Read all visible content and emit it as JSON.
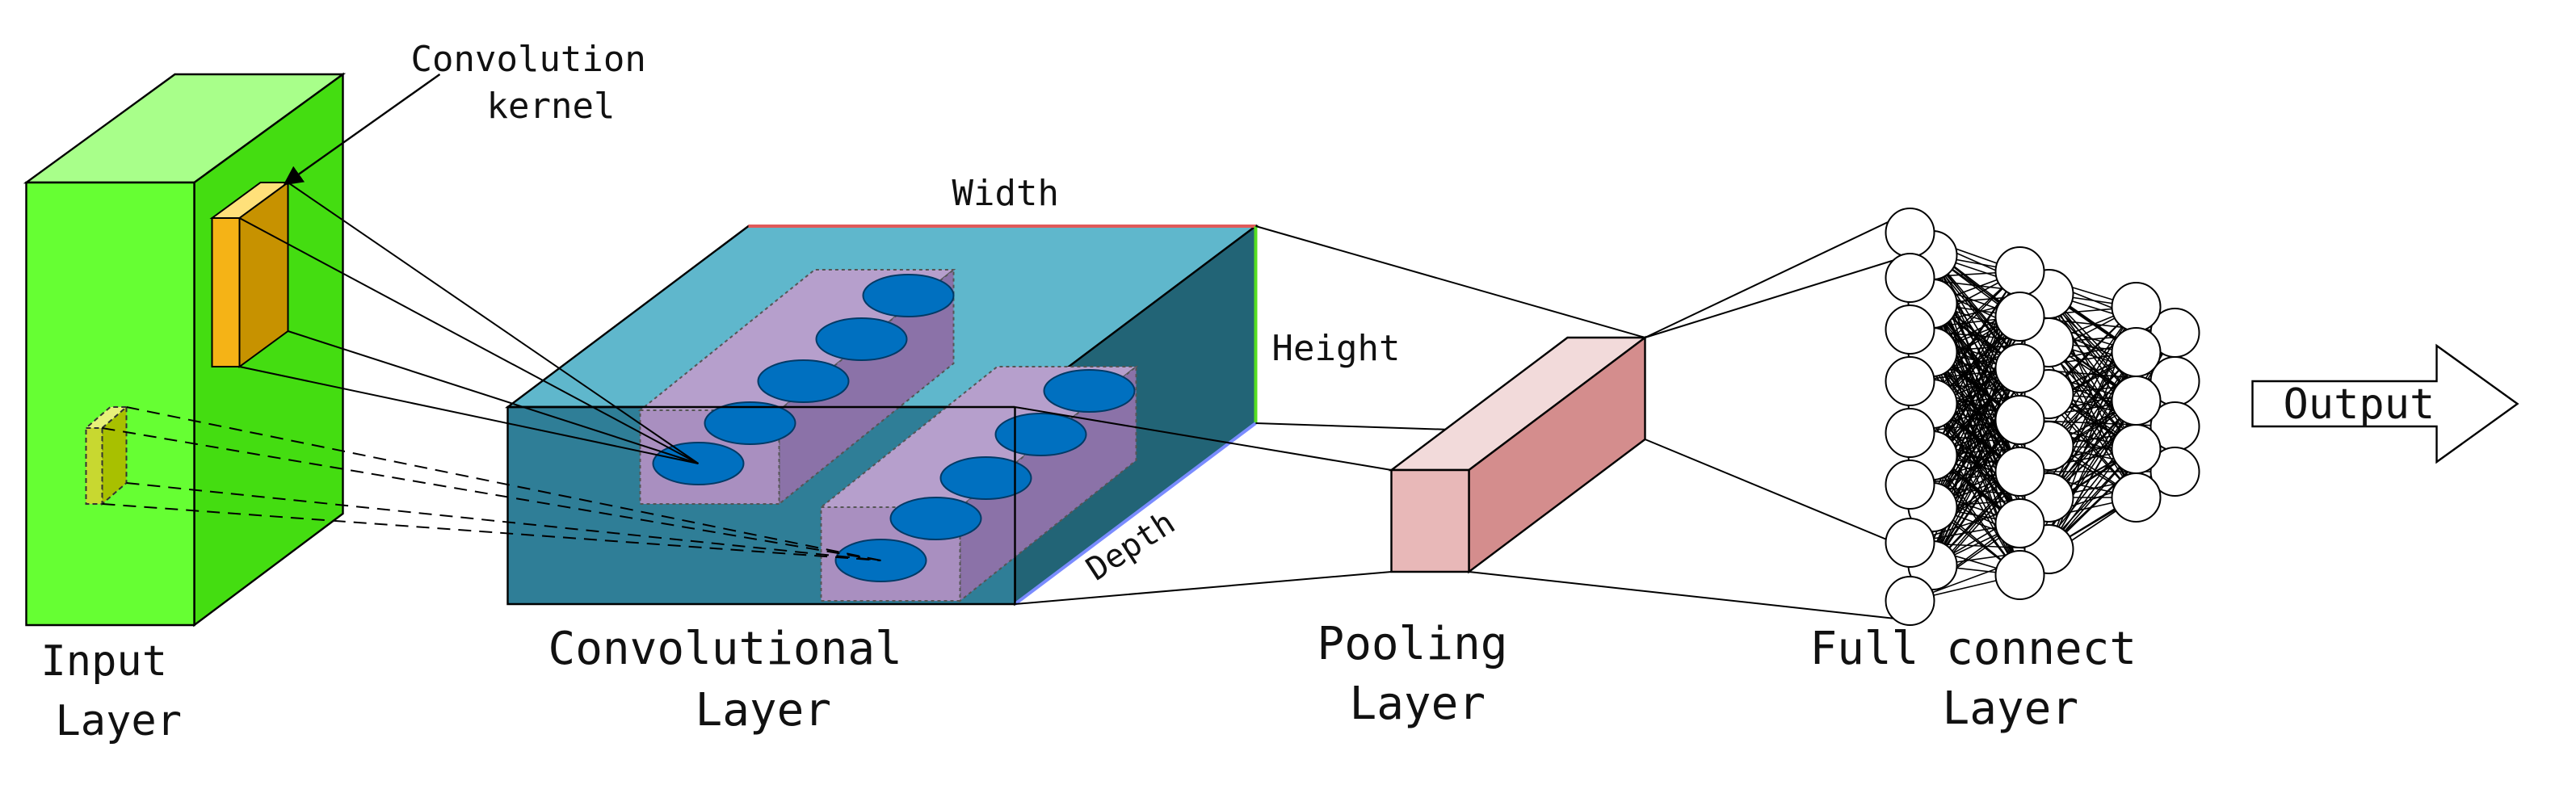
{
  "labels": {
    "kernel_line1": "Convolution",
    "kernel_line2": "kernel",
    "input_line1": "Input",
    "input_line2": "Layer",
    "width": "Width",
    "height": "Height",
    "depth": "Depth",
    "conv_line1": "Convolutional",
    "conv_line2": "Layer",
    "pool_line1": "Pooling",
    "pool_line2": "Layer",
    "fc_line1": "Full connect",
    "fc_line2": "Layer",
    "output": "Output"
  },
  "colors": {
    "input_front": "#66ff33",
    "input_top": "#a8ff8a",
    "input_side": "#44dd11",
    "kernel_front": "#f5b316",
    "kernel_top": "#ffe07a",
    "kernel_side": "#c79200",
    "conv_top": "#5fb7cc",
    "conv_front": "#2f7e97",
    "conv_side": "#226476",
    "tube": "#a98fc0",
    "circle": "#0070c0",
    "pool_front": "#e8b8b8",
    "pool_top": "#f2dada",
    "pool_side": "#d48d8d",
    "width_edge": "#e05a5a",
    "height_edge": "#55dd22",
    "depth_edge": "#7a8cff"
  }
}
